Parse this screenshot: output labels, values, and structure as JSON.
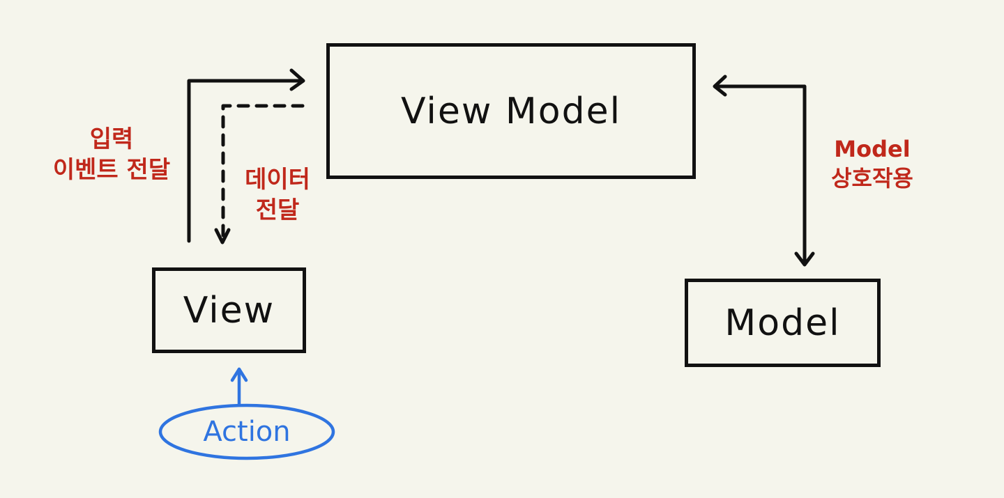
{
  "diagram": {
    "view_model_label": "View Model",
    "view_label": "View",
    "model_label": "Model",
    "action_label": "Action",
    "input_event_note": [
      "입력",
      "이벤트 전달"
    ],
    "data_note": [
      "데이터",
      "전달"
    ],
    "model_interaction_note": [
      "Model",
      "상호작용"
    ]
  },
  "colors": {
    "background": "#f5f5ec",
    "ink": "#111111",
    "annotation": "#c0281b",
    "action": "#2f74e0"
  }
}
